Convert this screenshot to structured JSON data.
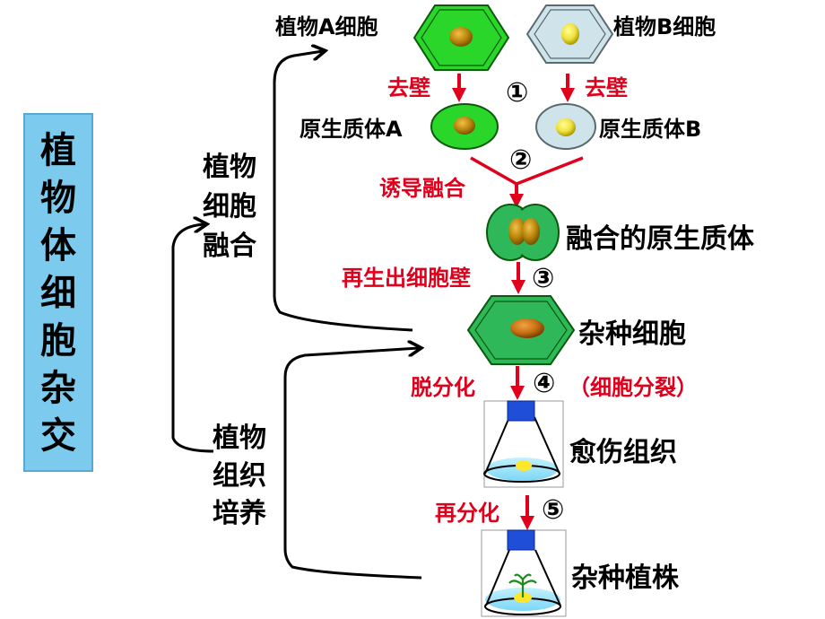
{
  "title": [
    "植",
    "物",
    "体",
    "细",
    "胞",
    "杂",
    "交"
  ],
  "labels": {
    "cell_a": "植物A细胞",
    "cell_b": "植物B细胞",
    "protoplast_a": "原生质体A",
    "protoplast_b": "原生质体B",
    "fused_protoplast": "融合的原生质体",
    "hybrid_cell": "杂种细胞",
    "callus": "愈伤组织",
    "hybrid_plant": "杂种植株"
  },
  "steps": {
    "remove_wall_a": "去壁",
    "remove_wall_b": "去壁",
    "induce_fusion": "诱导融合",
    "regenerate_wall": "再生出细胞壁",
    "dedifferentiation": "脱分化",
    "cell_division_note": "（细胞分裂）",
    "redifferentiation": "再分化"
  },
  "step_numbers": [
    "①",
    "②",
    "③",
    "④",
    "⑤"
  ],
  "side_labels": {
    "cell_fusion": [
      "植物",
      "细胞",
      "融合"
    ],
    "tissue_culture": [
      "植物",
      "组织",
      "培养"
    ]
  },
  "colors": {
    "cell_a_green": "#29d629",
    "cell_b_pale": "#cfe3ea",
    "fused_green": "#2fb85a",
    "arrow_red": "#e0001c",
    "title_blue": "#7ccbee",
    "nucleus_brown": "#b8860b"
  }
}
